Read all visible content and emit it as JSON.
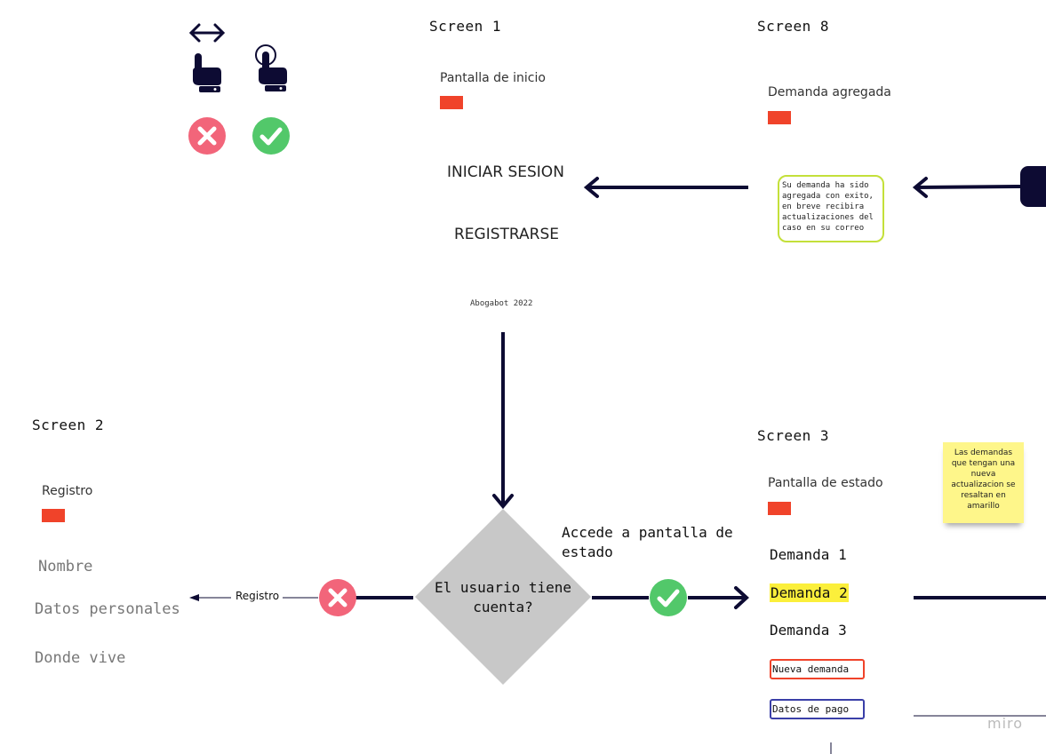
{
  "legend": {
    "icons": [
      "double-arrow-icon",
      "tap-hand-icon",
      "click-hand-icon",
      "reject-icon",
      "approve-icon"
    ],
    "colors": {
      "reject": "#f2657a",
      "approve": "#52c86a",
      "ink": "#0d0b33"
    }
  },
  "screen1": {
    "title": "Screen 1",
    "subtitle": "Pantalla de inicio",
    "login": "INICIAR SESION",
    "register": "REGISTRARSE",
    "footer": "Abogabot 2022"
  },
  "screen8": {
    "title": "Screen 8",
    "subtitle": "Demanda agregada",
    "message": "Su demanda ha sido agregada con exito, en breve recibira actualizaciones del caso en su correo"
  },
  "screen2": {
    "title": "Screen 2",
    "subtitle": "Registro",
    "fields": [
      "Nombre",
      "Datos personales",
      "Donde vive"
    ]
  },
  "decision": {
    "question": "El usuario tiene cuenta?",
    "yes_label": "Accede a pantalla de estado",
    "no_label": "Registro"
  },
  "screen3": {
    "title": "Screen 3",
    "subtitle": "Pantalla de estado",
    "items": [
      "Demanda 1",
      "Demanda 2",
      "Demanda 3"
    ],
    "highlight_color": "#fbef3b",
    "new_button": "Nueva demanda",
    "pay_button": "Datos de pago",
    "note": "Las demandas que tengan una nueva actualizacion se resaltan en amarillo"
  },
  "watermark": "miro"
}
